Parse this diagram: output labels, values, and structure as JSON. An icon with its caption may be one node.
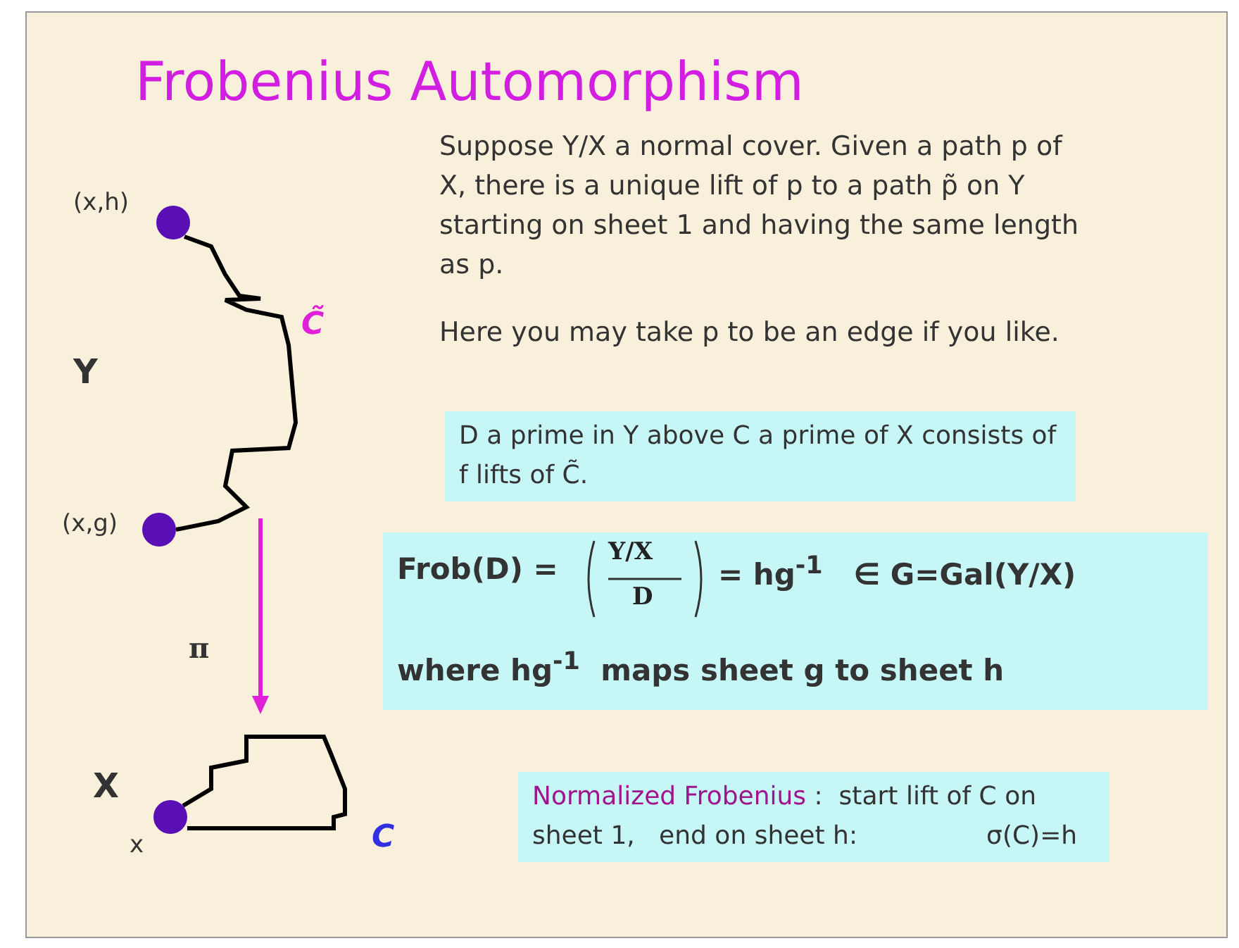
{
  "diagram": {
    "title": "Frobenius Automorphism",
    "nodes": [
      {
        "text": [],
        "shape": "circle",
        "beside": [
          "(x,h)"
        ]
      },
      {
        "text": [],
        "shape": "circle",
        "beside": [
          "(x,g)"
        ]
      },
      {
        "text": [],
        "shape": "circle",
        "beside": [
          "x"
        ]
      },
      {
        "text": [
          "D a prime in Y above C a prime of X consists of f lifts of C̃."
        ]
      },
      {
        "text": [
          "Frob(D) =",
          "Y/X",
          "D",
          "= hg$^{-1}$   ∈ G=Gal(Y/X)",
          "where hg$^{-1}$  maps sheet g to sheet h"
        ]
      },
      {
        "text": [
          "Normalized Frobenius",
          ":  start lift of C on sheet 1,   end on sheet h:                σ(C)=h"
        ]
      }
    ],
    "edges": [
      {
        "from": 0,
        "to": 1,
        "arrow": "none",
        "label": "C̃"
      },
      {
        "from": 2,
        "to": 2,
        "arrow": "none",
        "label": "C"
      }
    ],
    "labels": [
      "Suppose Y/X a normal cover. Given a path p of X, there is a unique lift of p to a path p̃ on Y starting on sheet 1 and having the same length as p.",
      "Here you may take p to be an edge if you like.",
      "Y",
      "π",
      "X"
    ]
  }
}
